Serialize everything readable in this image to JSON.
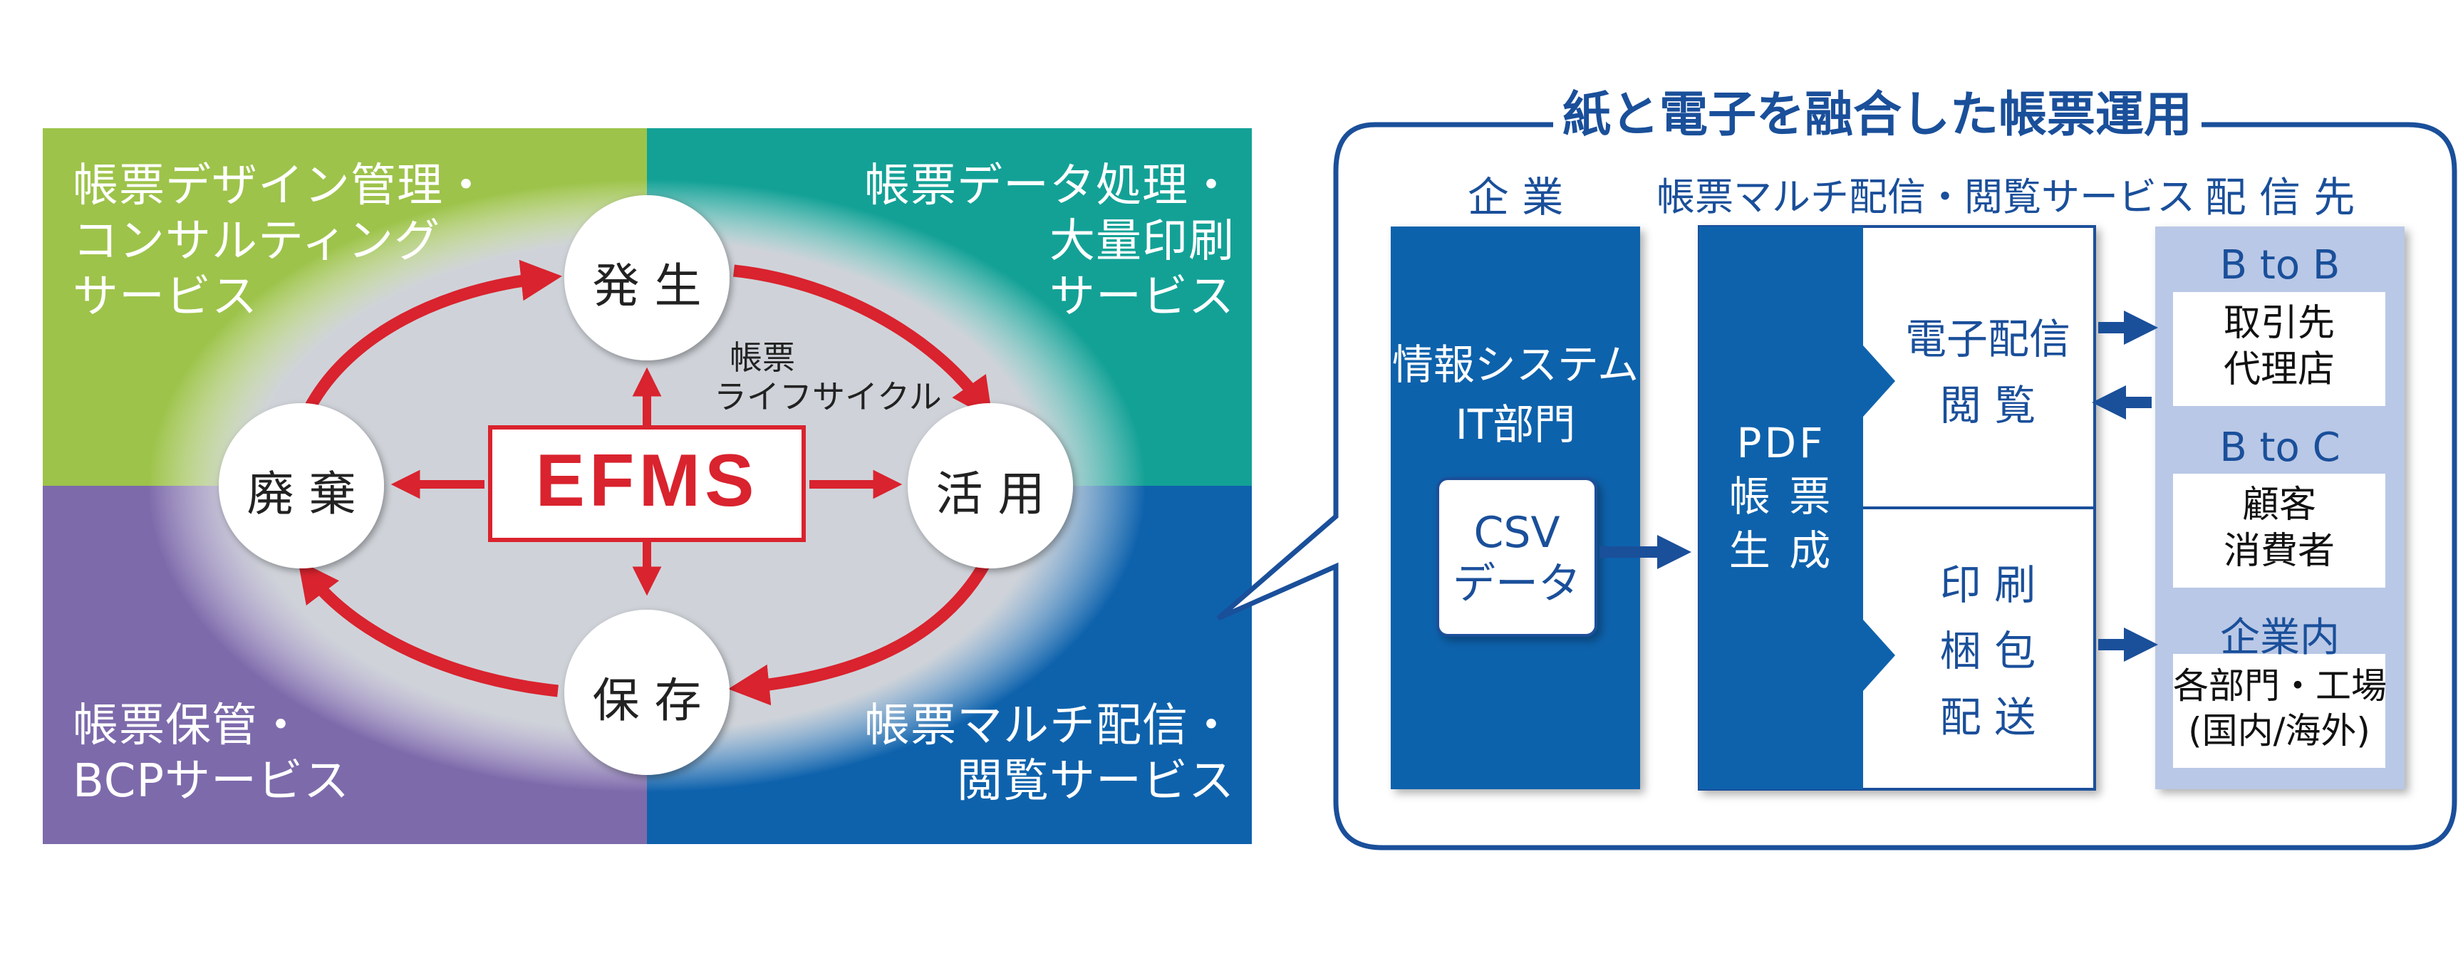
{
  "colors": {
    "green": "#9dc34a",
    "teal": "#13a196",
    "purple": "#7d6aab",
    "blue": "#0e62ac",
    "red": "#d9232e",
    "frame": "#1a4f9a",
    "light_panel": "#b9c8e6"
  },
  "lifecycle": {
    "quadrants": {
      "top_left": [
        "帳票デザイン管理・",
        "コンサルティング",
        "サービス"
      ],
      "top_right": [
        "帳票データ処理・",
        "大量印刷",
        "サービス"
      ],
      "bottom_left": [
        "帳票保管・",
        "BCPサービス"
      ],
      "bottom_right": [
        "帳票マルチ配信・",
        "閲覧サービス"
      ]
    },
    "center_label": "EFMS",
    "cycle_label": [
      "帳票",
      "ライフサイクル"
    ],
    "nodes": {
      "top": "発 生",
      "right": "活 用",
      "bottom": "保 存",
      "left": "廃 棄"
    }
  },
  "flow": {
    "title": "紙と電子を融合した帳票運用",
    "headers": {
      "company": "企 業",
      "service": "帳票マルチ配信・閲覧サービス",
      "destination": "配 信 先"
    },
    "company_box": {
      "lines": [
        "情報システム",
        "IT部門"
      ],
      "csv": [
        "CSV",
        "データ"
      ]
    },
    "pdf_box": [
      "PDF",
      "帳 票",
      "生 成"
    ],
    "service_upper": [
      "電子配信",
      "閲 覧"
    ],
    "service_lower": [
      "印 刷",
      "梱 包",
      "配 送"
    ],
    "destinations": [
      {
        "title": "B to B",
        "lines": [
          "取引先",
          "代理店"
        ]
      },
      {
        "title": "B to C",
        "lines": [
          "顧客",
          "消費者"
        ]
      },
      {
        "title": "企業内",
        "lines": [
          "各部門・工場",
          "(国内/海外)"
        ]
      }
    ]
  }
}
